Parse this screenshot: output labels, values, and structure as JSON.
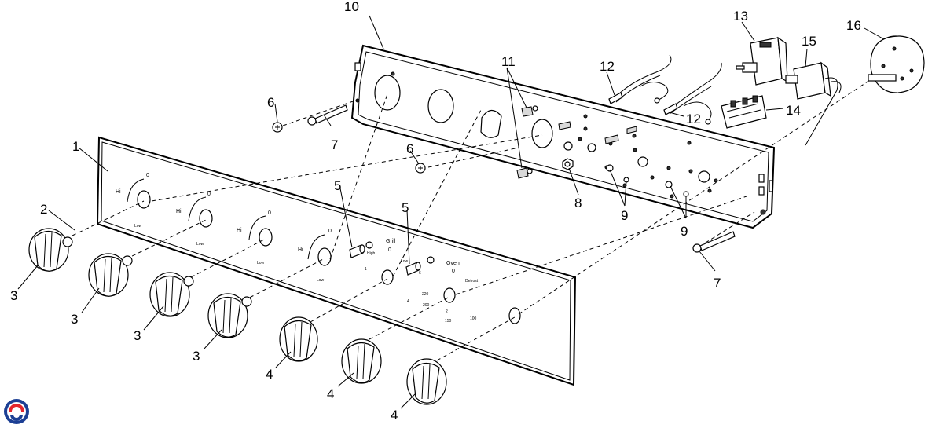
{
  "callouts": {
    "c1": "1",
    "c2": "2",
    "c3a": "3",
    "c3b": "3",
    "c3c": "3",
    "c3d": "3",
    "c4a": "4",
    "c4b": "4",
    "c4c": "4",
    "c5a": "5",
    "c5b": "5",
    "c6a": "6",
    "c6b": "6",
    "c7a": "7",
    "c7b": "7",
    "c8": "8",
    "c9a": "9",
    "c9b": "9",
    "c10": "10",
    "c11": "11",
    "c12a": "12",
    "c12b": "12",
    "c13": "13",
    "c14": "14",
    "c15": "15",
    "c16": "16"
  },
  "panel_labels": {
    "hi": "Hi",
    "low": "Low",
    "zero": "0",
    "grill": "Grill",
    "high": "High",
    "oven": "Oven",
    "defrost": "Defrost",
    "t1": "1",
    "t2": "2",
    "t4": "4",
    "t6": "6",
    "t220": "220",
    "t200": "200",
    "t100": "100",
    "t150": "150"
  },
  "logo": {
    "colors": [
      "#1c3f94",
      "#e3262d"
    ]
  }
}
